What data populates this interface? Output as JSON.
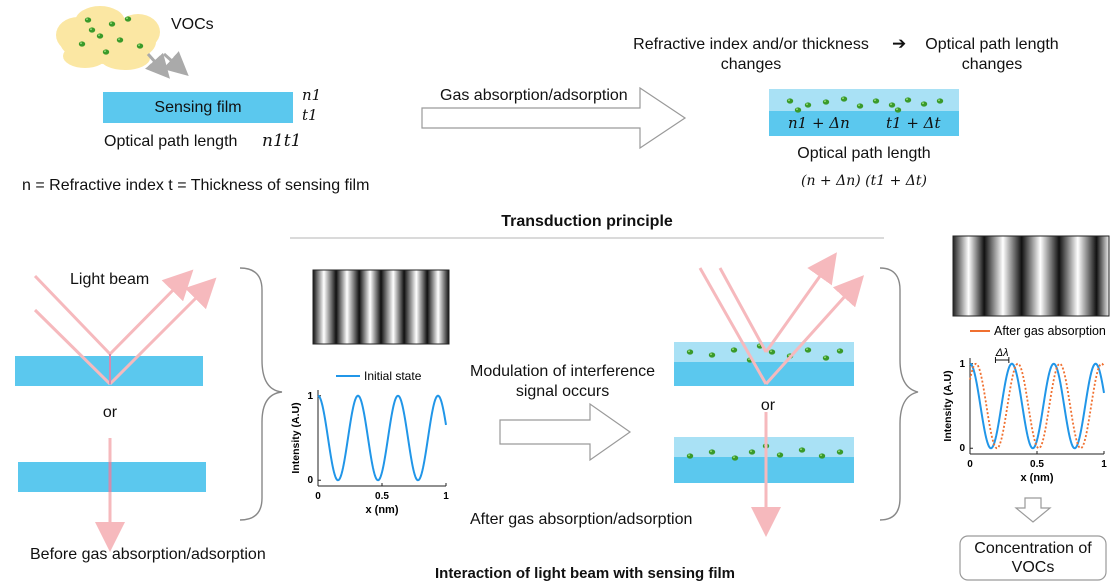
{
  "top": {
    "vocs_label": "VOCs",
    "film_label": "Sensing film",
    "n1_label": "n1",
    "t1_label": "t1",
    "opl_label": "Optical path length",
    "opl_formula": "n1t1",
    "legend_note": "n = Refractive index  t = Thickness of sensing film",
    "process_label": "Gas absorption/adsorption",
    "change_note_left": "Refractive index and/or thickness changes",
    "change_note_arrow": "➔",
    "change_note_right": "Optical path length changes",
    "film_after_n": "n1 + Δn",
    "film_after_t": "t1 + Δt",
    "opl_after_label": "Optical path length",
    "opl_after_formula": "(n + Δn) (t1 + Δt)",
    "section_title": "Transduction principle"
  },
  "bottom": {
    "light_beam_label": "Light beam",
    "or_label_left": "or",
    "before_label": "Before gas absorption/adsorption",
    "modulation_label": "Modulation of interference signal occurs",
    "or_label_right": "or",
    "after_label": "After gas absorption/adsorption",
    "section_title": "Interaction of light beam with sensing film",
    "concentration_label": "Concentration of VOCs"
  },
  "colors": {
    "film": "#5bc8ee",
    "film_light": "#a9e1f5",
    "beam": "#f6b9bd",
    "vocs_cloud": "#fbe7a3",
    "molecule": "#3a9a2a",
    "curve_initial": "#2196e8",
    "curve_after": "#f07030",
    "hollow_arrow_stroke": "#9a9a9a",
    "brace": "#888888"
  },
  "chart_data": [
    {
      "type": "line",
      "series": [
        {
          "name": "Initial state",
          "periods_in_range": 3.2,
          "phase": 0
        }
      ],
      "xlabel": "x (nm)",
      "ylabel": "Intensity (A.U)",
      "xlim": [
        0,
        1
      ],
      "ylim": [
        0,
        1
      ],
      "xticks": [
        "0",
        "0.5",
        "1"
      ],
      "yticks": [
        "0",
        "1"
      ]
    },
    {
      "type": "line",
      "series": [
        {
          "name": "Initial state",
          "periods_in_range": 3.2,
          "phase": 0,
          "style": "solid"
        },
        {
          "name": "After gas absorption",
          "periods_in_range": 3.2,
          "phase": -0.9,
          "style": "dotted"
        }
      ],
      "annotation": "Δλ",
      "xlabel": "x (nm)",
      "ylabel": "Intensity (A.U)",
      "xlim": [
        0,
        1
      ],
      "ylim": [
        0,
        1
      ],
      "xticks": [
        "0",
        "0.5",
        "1"
      ],
      "yticks": [
        "0",
        "1"
      ],
      "legend_entries": [
        "After gas absorption"
      ]
    }
  ]
}
